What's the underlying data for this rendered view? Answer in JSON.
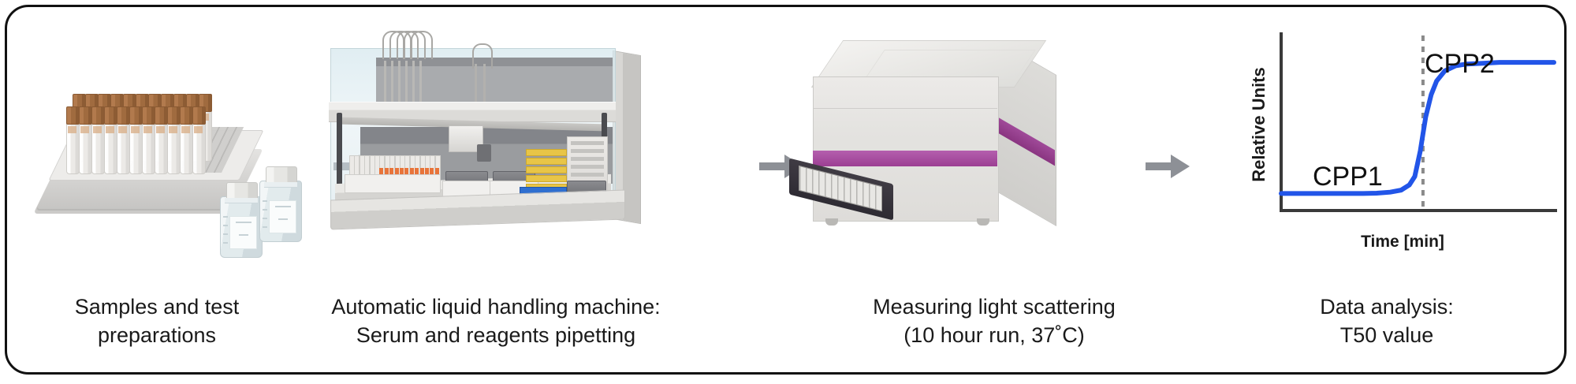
{
  "figure": {
    "type": "laboratory-workflow-diagram",
    "border_color": "#111111",
    "background": "#ffffff",
    "arrow_color": "#8d9096"
  },
  "steps": [
    {
      "id": "step-1",
      "icon_name": "tube-rack-and-reagent-bottles",
      "caption": "Samples and test\npreparations",
      "caption_line1": "Samples and test",
      "caption_line2": "preparations"
    },
    {
      "id": "step-2",
      "icon_name": "automatic-liquid-handling-workstation",
      "caption": "Automatic liquid handling machine:\nSerum and reagents pipetting",
      "caption_line1": "Automatic liquid handling machine:",
      "caption_line2": "Serum and reagents pipetting"
    },
    {
      "id": "step-3",
      "icon_name": "microplate-reader",
      "caption": "Measuring light scattering\n(10 hour run, 37˚C)",
      "caption_line1": "Measuring light scattering",
      "caption_line2": "(10 hour run, 37˚C)"
    },
    {
      "id": "step-4",
      "icon_name": "sigmoid-curve-chart",
      "caption": "Data analysis:\nT50 value",
      "caption_line1": "Data analysis:",
      "caption_line2": "T50 value"
    }
  ],
  "arrows": [
    {
      "name": "arrow-step1-to-step2",
      "direction": "right"
    },
    {
      "name": "arrow-step2-to-step3",
      "direction": "right"
    },
    {
      "name": "arrow-step3-to-step4",
      "direction": "right"
    }
  ],
  "equipment": {
    "tube_rack": {
      "tube_cap_color": "#a06b3f",
      "rack_color": "#dcdbd9",
      "tube_count": 22,
      "bottle_count": 2
    },
    "liquid_handler": {
      "enclosure_color": "#d6e8ee",
      "tip_color": "#e8743a",
      "plate_stack_color": "#e8c547",
      "plate_stack_accent": "#2f6fd0"
    },
    "plate_reader": {
      "body_color": "#e3e2df",
      "accent_stripe_color": "#a94e9a",
      "tray_color": "#2e2b33"
    }
  },
  "chart_data": {
    "type": "line",
    "title": "",
    "xlabel": "Time [min]",
    "ylabel": "Relative Units",
    "xlim": [
      0,
      100
    ],
    "ylim": [
      0,
      100
    ],
    "grid": false,
    "legend": "none",
    "line_color": "#2255e8",
    "line_width": 6,
    "annotations": [
      {
        "name": "cpp1-label",
        "text": "CPP1",
        "x": 22,
        "y": 28,
        "describes": "lower plateau"
      },
      {
        "name": "cpp2-label",
        "text": "CPP2",
        "x": 70,
        "y": 88,
        "describes": "upper plateau"
      },
      {
        "name": "t50-marker",
        "text": "",
        "style": "vertical dashed line",
        "color": "#8a8a8a",
        "x": 52,
        "describes": "T50 inflection point"
      }
    ],
    "series": [
      {
        "name": "light scattering signal",
        "x": [
          0,
          5,
          10,
          15,
          20,
          25,
          30,
          35,
          40,
          44,
          47,
          49,
          51,
          52,
          53,
          55,
          57,
          60,
          64,
          68,
          74,
          80,
          88,
          96,
          100
        ],
        "y": [
          10,
          10,
          10,
          10,
          10,
          10,
          10,
          10.2,
          10.8,
          12,
          15,
          20,
          35,
          45,
          55,
          68,
          76,
          82,
          85,
          86,
          86.5,
          87,
          87,
          87,
          87
        ]
      }
    ],
    "lower_plateau": 10,
    "upper_plateau": 87,
    "inflection_x": 52
  }
}
